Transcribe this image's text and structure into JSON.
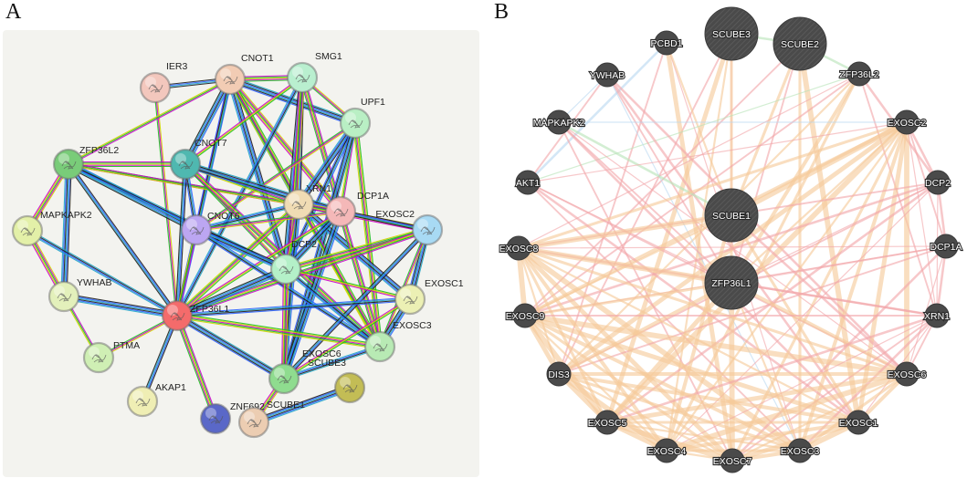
{
  "panels": {
    "a": {
      "letter": "A",
      "background": "#f3f3ef",
      "edge_colors": [
        "#d2d200",
        "#1c1c1c",
        "#cc00cc",
        "#2a62ff",
        "#1fbf1f",
        "#22a6c8"
      ],
      "nodes": [
        {
          "id": "IER3",
          "label": "IER3",
          "color": "#f3c7bd"
        },
        {
          "id": "CNOT1",
          "label": "CNOT1",
          "color": "#f2ccb4"
        },
        {
          "id": "SMG1",
          "label": "SMG1",
          "color": "#b9efcf"
        },
        {
          "id": "UPF1",
          "label": "UPF1",
          "color": "#b9efc4"
        },
        {
          "id": "ZFP36L2",
          "label": "ZFP36L2",
          "color": "#79cc79"
        },
        {
          "id": "CNOT7",
          "label": "CNOT7",
          "color": "#4fb8b0"
        },
        {
          "id": "XRN1",
          "label": "XRN1",
          "color": "#f0dcb4"
        },
        {
          "id": "DCP1A",
          "label": "DCP1A",
          "color": "#f4b8b8"
        },
        {
          "id": "MAPKAPK2",
          "label": "MAPKAPK2",
          "color": "#e3f0a8"
        },
        {
          "id": "CNOT6",
          "label": "CNOT6",
          "color": "#bca6f2"
        },
        {
          "id": "EXOSC2",
          "label": "EXOSC2",
          "color": "#a8daf4"
        },
        {
          "id": "DCP2",
          "label": "DCP2",
          "color": "#b4f0c8"
        },
        {
          "id": "YWHAB",
          "label": "YWHAB",
          "color": "#e3f0bb"
        },
        {
          "id": "ZFP36L1",
          "label": "ZFP36L1",
          "color": "#f46b6b"
        },
        {
          "id": "EXOSC1",
          "label": "EXOSC1",
          "color": "#ecf0b4"
        },
        {
          "id": "EXOSC3",
          "label": "EXOSC3",
          "color": "#b8eab4"
        },
        {
          "id": "PTMA",
          "label": "PTMA",
          "color": "#cfefb4"
        },
        {
          "id": "EXOSC6",
          "label": "EXOSC6",
          "color": "#8fdc8f"
        },
        {
          "id": "SCUBE3",
          "label": "SCUBE3",
          "color": "#c3bd55"
        },
        {
          "id": "AKAP1",
          "label": "AKAP1",
          "color": "#efeeb4"
        },
        {
          "id": "ZNF692",
          "label": "ZNF692",
          "color": "#5a68c8"
        },
        {
          "id": "SCUBE1",
          "label": "SCUBE1",
          "color": "#eccdb2"
        }
      ],
      "edges": [
        [
          "IER3",
          "ZFP36L1"
        ],
        [
          "IER3",
          "CNOT1"
        ],
        [
          "CNOT1",
          "SMG1"
        ],
        [
          "CNOT1",
          "CNOT7"
        ],
        [
          "CNOT1",
          "CNOT6"
        ],
        [
          "CNOT1",
          "XRN1"
        ],
        [
          "CNOT1",
          "DCP1A"
        ],
        [
          "CNOT1",
          "DCP2"
        ],
        [
          "CNOT1",
          "ZFP36L2"
        ],
        [
          "CNOT1",
          "ZFP36L1"
        ],
        [
          "CNOT1",
          "EXOSC3"
        ],
        [
          "CNOT1",
          "UPF1"
        ],
        [
          "SMG1",
          "UPF1"
        ],
        [
          "SMG1",
          "XRN1"
        ],
        [
          "SMG1",
          "DCP1A"
        ],
        [
          "SMG1",
          "DCP2"
        ],
        [
          "SMG1",
          "CNOT7"
        ],
        [
          "SMG1",
          "ZFP36L1"
        ],
        [
          "SMG1",
          "EXOSC6"
        ],
        [
          "UPF1",
          "XRN1"
        ],
        [
          "UPF1",
          "DCP1A"
        ],
        [
          "UPF1",
          "DCP2"
        ],
        [
          "UPF1",
          "EXOSC3"
        ],
        [
          "UPF1",
          "EXOSC6"
        ],
        [
          "UPF1",
          "CNOT6"
        ],
        [
          "ZFP36L2",
          "ZFP36L1"
        ],
        [
          "ZFP36L2",
          "CNOT7"
        ],
        [
          "ZFP36L2",
          "CNOT6"
        ],
        [
          "ZFP36L2",
          "XRN1"
        ],
        [
          "ZFP36L2",
          "DCP2"
        ],
        [
          "ZFP36L2",
          "MAPKAPK2"
        ],
        [
          "ZFP36L2",
          "YWHAB"
        ],
        [
          "ZFP36L2",
          "DCP1A"
        ],
        [
          "CNOT7",
          "CNOT6"
        ],
        [
          "CNOT7",
          "XRN1"
        ],
        [
          "CNOT7",
          "DCP1A"
        ],
        [
          "CNOT7",
          "DCP2"
        ],
        [
          "CNOT7",
          "ZFP36L1"
        ],
        [
          "CNOT7",
          "EXOSC3"
        ],
        [
          "XRN1",
          "DCP1A"
        ],
        [
          "XRN1",
          "DCP2"
        ],
        [
          "XRN1",
          "CNOT6"
        ],
        [
          "XRN1",
          "EXOSC2"
        ],
        [
          "XRN1",
          "EXOSC1"
        ],
        [
          "XRN1",
          "EXOSC3"
        ],
        [
          "XRN1",
          "EXOSC6"
        ],
        [
          "XRN1",
          "ZFP36L1"
        ],
        [
          "DCP1A",
          "DCP2"
        ],
        [
          "DCP1A",
          "CNOT6"
        ],
        [
          "DCP1A",
          "EXOSC2"
        ],
        [
          "DCP1A",
          "EXOSC3"
        ],
        [
          "DCP1A",
          "EXOSC6"
        ],
        [
          "DCP1A",
          "ZFP36L1"
        ],
        [
          "MAPKAPK2",
          "ZFP36L1"
        ],
        [
          "MAPKAPK2",
          "YWHAB"
        ],
        [
          "CNOT6",
          "DCP2"
        ],
        [
          "CNOT6",
          "ZFP36L1"
        ],
        [
          "CNOT6",
          "EXOSC3"
        ],
        [
          "EXOSC2",
          "DCP2"
        ],
        [
          "EXOSC2",
          "EXOSC1"
        ],
        [
          "EXOSC2",
          "EXOSC3"
        ],
        [
          "EXOSC2",
          "EXOSC6"
        ],
        [
          "EXOSC2",
          "ZFP36L1"
        ],
        [
          "DCP2",
          "ZFP36L1"
        ],
        [
          "DCP2",
          "EXOSC1"
        ],
        [
          "DCP2",
          "EXOSC3"
        ],
        [
          "DCP2",
          "EXOSC6"
        ],
        [
          "YWHAB",
          "ZFP36L1"
        ],
        [
          "YWHAB",
          "PTMA"
        ],
        [
          "ZFP36L1",
          "EXOSC1"
        ],
        [
          "ZFP36L1",
          "EXOSC3"
        ],
        [
          "ZFP36L1",
          "EXOSC6"
        ],
        [
          "ZFP36L1",
          "PTMA"
        ],
        [
          "ZFP36L1",
          "AKAP1"
        ],
        [
          "ZFP36L1",
          "ZNF692"
        ],
        [
          "EXOSC1",
          "EXOSC3"
        ],
        [
          "EXOSC1",
          "EXOSC6"
        ],
        [
          "EXOSC3",
          "EXOSC6"
        ],
        [
          "EXOSC6",
          "SCUBE1"
        ],
        [
          "SCUBE1",
          "SCUBE3"
        ]
      ]
    },
    "b": {
      "letter": "B",
      "node_color": "#4a4a4a",
      "label_color": "#ffffff",
      "edge_colors": [
        "#f5c99a",
        "#f2a7aa",
        "#b9d8f0",
        "#b8e3b8"
      ],
      "nodes": [
        {
          "id": "SCUBE3",
          "label": "SCUBE3",
          "query": true
        },
        {
          "id": "SCUBE2",
          "label": "SCUBE2",
          "query": true
        },
        {
          "id": "PCBD1",
          "label": "PCBD1",
          "query": false
        },
        {
          "id": "ZFP36L2",
          "label": "ZFP36L2",
          "query": false
        },
        {
          "id": "YWHAB",
          "label": "YWHAB",
          "query": false
        },
        {
          "id": "MAPKAPK2",
          "label": "MAPKAPK2",
          "query": false
        },
        {
          "id": "EXOSC2",
          "label": "EXOSC2",
          "query": false
        },
        {
          "id": "AKT1",
          "label": "AKT1",
          "query": false
        },
        {
          "id": "DCP2",
          "label": "DCP2",
          "query": false
        },
        {
          "id": "SCUBE1",
          "label": "SCUBE1",
          "query": true
        },
        {
          "id": "EXOSC8",
          "label": "EXOSC8",
          "query": false
        },
        {
          "id": "DCP1A",
          "label": "DCP1A",
          "query": false
        },
        {
          "id": "ZFP36L1",
          "label": "ZFP36L1",
          "query": true
        },
        {
          "id": "EXOSC9",
          "label": "EXOSC9",
          "query": false
        },
        {
          "id": "XRN1",
          "label": "XRN1",
          "query": false
        },
        {
          "id": "EXOSC6",
          "label": "EXOSC6",
          "query": false
        },
        {
          "id": "DIS3",
          "label": "DIS3",
          "query": false
        },
        {
          "id": "EXOSC5",
          "label": "EXOSC5",
          "query": false
        },
        {
          "id": "EXOSC1",
          "label": "EXOSC1",
          "query": false
        },
        {
          "id": "EXOSC4",
          "label": "EXOSC4",
          "query": false
        },
        {
          "id": "EXOSC7",
          "label": "EXOSC7",
          "query": false
        },
        {
          "id": "EXOSC3",
          "label": "EXOSC3",
          "query": false
        }
      ],
      "edges": [
        [
          "SCUBE3",
          "SCUBE1",
          1
        ],
        [
          "SCUBE3",
          "ZFP36L1",
          0
        ],
        [
          "SCUBE3",
          "SCUBE2",
          3
        ],
        [
          "SCUBE3",
          "EXOSC5",
          0
        ],
        [
          "SCUBE3",
          "DIS3",
          1
        ],
        [
          "SCUBE3",
          "EXOSC4",
          0
        ],
        [
          "SCUBE2",
          "SCUBE1",
          0
        ],
        [
          "SCUBE2",
          "ZFP36L1",
          1
        ],
        [
          "SCUBE2",
          "ZFP36L2",
          3
        ],
        [
          "SCUBE2",
          "EXOSC1",
          0
        ],
        [
          "SCUBE2",
          "EXOSC9",
          1
        ],
        [
          "SCUBE2",
          "EXOSC3",
          0
        ],
        [
          "PCBD1",
          "EXOSC3",
          1
        ],
        [
          "PCBD1",
          "EXOSC7",
          0
        ],
        [
          "PCBD1",
          "AKT1",
          2
        ],
        [
          "PCBD1",
          "SCUBE1",
          0
        ],
        [
          "PCBD1",
          "DIS3",
          1
        ],
        [
          "ZFP36L2",
          "ZFP36L1",
          0
        ],
        [
          "ZFP36L2",
          "EXOSC8",
          1
        ],
        [
          "ZFP36L2",
          "EXOSC9",
          1
        ],
        [
          "ZFP36L2",
          "DIS3",
          0
        ],
        [
          "ZFP36L2",
          "EXOSC4",
          0
        ],
        [
          "ZFP36L2",
          "XRN1",
          1
        ],
        [
          "ZFP36L2",
          "DCP2",
          1
        ],
        [
          "ZFP36L2",
          "AKT1",
          3
        ],
        [
          "YWHAB",
          "ZFP36L1",
          1
        ],
        [
          "YWHAB",
          "EXOSC1",
          1
        ],
        [
          "YWHAB",
          "EXOSC3",
          2
        ],
        [
          "YWHAB",
          "AKT1",
          1
        ],
        [
          "YWHAB",
          "EXOSC6",
          1
        ],
        [
          "YWHAB",
          "MAPKAPK2",
          2
        ],
        [
          "MAPKAPK2",
          "ZFP36L1",
          1
        ],
        [
          "MAPKAPK2",
          "EXOSC1",
          1
        ],
        [
          "MAPKAPK2",
          "EXOSC6",
          1
        ],
        [
          "MAPKAPK2",
          "EXOSC7",
          1
        ],
        [
          "MAPKAPK2",
          "SCUBE1",
          3
        ],
        [
          "EXOSC2",
          "EXOSC8",
          0
        ],
        [
          "EXOSC2",
          "EXOSC9",
          0
        ],
        [
          "EXOSC2",
          "DIS3",
          0
        ],
        [
          "EXOSC2",
          "EXOSC5",
          0
        ],
        [
          "EXOSC2",
          "EXOSC4",
          0
        ],
        [
          "EXOSC2",
          "EXOSC7",
          0
        ],
        [
          "EXOSC2",
          "EXOSC3",
          0
        ],
        [
          "EXOSC2",
          "EXOSC1",
          0
        ],
        [
          "EXOSC2",
          "EXOSC6",
          0
        ],
        [
          "EXOSC2",
          "XRN1",
          1
        ],
        [
          "EXOSC2",
          "DCP1A",
          1
        ],
        [
          "EXOSC2",
          "DCP2",
          1
        ],
        [
          "EXOSC2",
          "AKT1",
          1
        ],
        [
          "EXOSC2",
          "SCUBE1",
          0
        ],
        [
          "EXOSC2",
          "ZFP36L1",
          0
        ],
        [
          "EXOSC2",
          "MAPKAPK2",
          2
        ],
        [
          "AKT1",
          "EXOSC6",
          1
        ],
        [
          "AKT1",
          "EXOSC1",
          1
        ],
        [
          "AKT1",
          "ZFP36L1",
          1
        ],
        [
          "AKT1",
          "EXOSC3",
          1
        ],
        [
          "DCP2",
          "DCP1A",
          1
        ],
        [
          "DCP2",
          "XRN1",
          1
        ],
        [
          "DCP2",
          "EXOSC8",
          1
        ],
        [
          "DCP2",
          "EXOSC9",
          1
        ],
        [
          "DCP2",
          "EXOSC4",
          1
        ],
        [
          "DCP2",
          "DIS3",
          1
        ],
        [
          "DCP2",
          "EXOSC5",
          1
        ],
        [
          "DCP2",
          "ZFP36L1",
          1
        ],
        [
          "SCUBE1",
          "EXOSC8",
          0
        ],
        [
          "SCUBE1",
          "EXOSC9",
          0
        ],
        [
          "SCUBE1",
          "EXOSC1",
          0
        ],
        [
          "SCUBE1",
          "EXOSC4",
          0
        ],
        [
          "SCUBE1",
          "EXOSC6",
          1
        ],
        [
          "EXOSC8",
          "EXOSC9",
          0
        ],
        [
          "EXOSC8",
          "DIS3",
          0
        ],
        [
          "EXOSC8",
          "EXOSC5",
          0
        ],
        [
          "EXOSC8",
          "EXOSC4",
          0
        ],
        [
          "EXOSC8",
          "EXOSC7",
          0
        ],
        [
          "EXOSC8",
          "EXOSC3",
          0
        ],
        [
          "EXOSC8",
          "EXOSC1",
          0
        ],
        [
          "EXOSC8",
          "EXOSC6",
          0
        ],
        [
          "EXOSC8",
          "XRN1",
          1
        ],
        [
          "EXOSC8",
          "DCP1A",
          1
        ],
        [
          "EXOSC8",
          "ZFP36L1",
          0
        ],
        [
          "DCP1A",
          "XRN1",
          1
        ],
        [
          "DCP1A",
          "EXOSC9",
          1
        ],
        [
          "DCP1A",
          "DIS3",
          1
        ],
        [
          "DCP1A",
          "EXOSC7",
          1
        ],
        [
          "DCP1A",
          "EXOSC6",
          1
        ],
        [
          "DCP1A",
          "ZFP36L1",
          1
        ],
        [
          "ZFP36L1",
          "EXOSC9",
          0
        ],
        [
          "ZFP36L1",
          "DIS3",
          0
        ],
        [
          "ZFP36L1",
          "EXOSC5",
          0
        ],
        [
          "ZFP36L1",
          "EXOSC7",
          0
        ],
        [
          "ZFP36L1",
          "EXOSC3",
          0
        ],
        [
          "ZFP36L1",
          "XRN1",
          1
        ],
        [
          "ZFP36L1",
          "EXOSC6",
          0
        ],
        [
          "EXOSC9",
          "DIS3",
          0
        ],
        [
          "EXOSC9",
          "EXOSC5",
          0
        ],
        [
          "EXOSC9",
          "EXOSC4",
          0
        ],
        [
          "EXOSC9",
          "EXOSC7",
          0
        ],
        [
          "EXOSC9",
          "EXOSC3",
          0
        ],
        [
          "EXOSC9",
          "EXOSC1",
          0
        ],
        [
          "EXOSC9",
          "EXOSC6",
          0
        ],
        [
          "EXOSC9",
          "XRN1",
          1
        ],
        [
          "XRN1",
          "EXOSC5",
          1
        ],
        [
          "XRN1",
          "EXOSC4",
          1
        ],
        [
          "XRN1",
          "EXOSC7",
          1
        ],
        [
          "XRN1",
          "EXOSC3",
          1
        ],
        [
          "XRN1",
          "EXOSC1",
          1
        ],
        [
          "XRN1",
          "EXOSC6",
          1
        ],
        [
          "EXOSC6",
          "DIS3",
          0
        ],
        [
          "EXOSC6",
          "EXOSC5",
          0
        ],
        [
          "EXOSC6",
          "EXOSC4",
          0
        ],
        [
          "EXOSC6",
          "EXOSC7",
          0
        ],
        [
          "EXOSC6",
          "EXOSC3",
          0
        ],
        [
          "EXOSC6",
          "EXOSC1",
          0
        ],
        [
          "DIS3",
          "EXOSC5",
          0
        ],
        [
          "DIS3",
          "EXOSC4",
          0
        ],
        [
          "DIS3",
          "EXOSC7",
          0
        ],
        [
          "DIS3",
          "EXOSC3",
          0
        ],
        [
          "DIS3",
          "EXOSC1",
          0
        ],
        [
          "EXOSC5",
          "EXOSC4",
          0
        ],
        [
          "EXOSC5",
          "EXOSC7",
          0
        ],
        [
          "EXOSC5",
          "EXOSC3",
          0
        ],
        [
          "EXOSC5",
          "EXOSC1",
          0
        ],
        [
          "EXOSC1",
          "EXOSC4",
          0
        ],
        [
          "EXOSC1",
          "EXOSC7",
          0
        ],
        [
          "EXOSC1",
          "EXOSC3",
          0
        ],
        [
          "EXOSC4",
          "EXOSC7",
          0
        ],
        [
          "EXOSC4",
          "EXOSC3",
          0
        ],
        [
          "EXOSC7",
          "EXOSC3",
          0
        ]
      ]
    }
  }
}
